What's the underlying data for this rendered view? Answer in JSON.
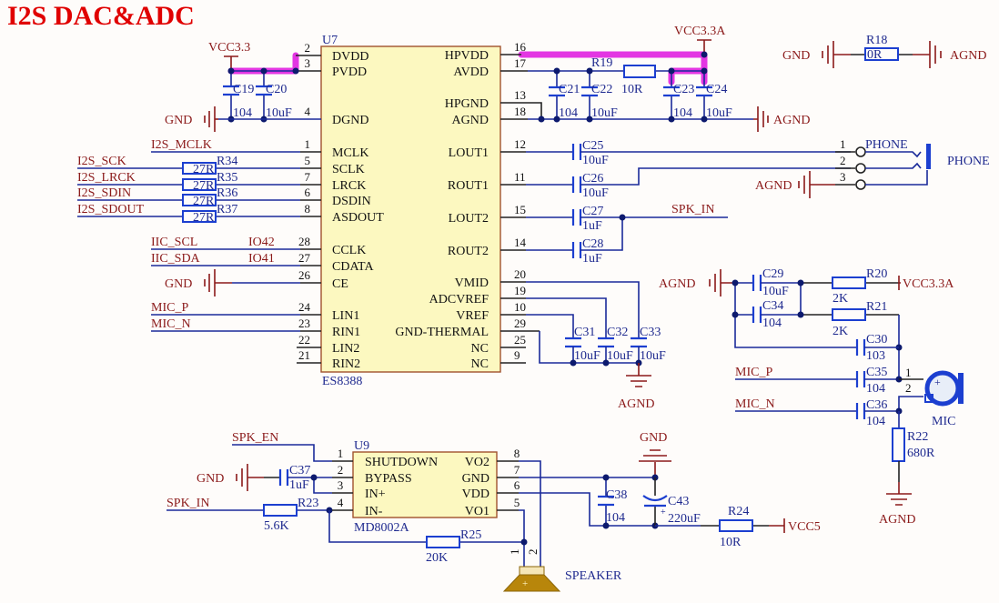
{
  "title": "I2S DAC&ADC",
  "power_nets": {
    "vcc33": "VCC3.3",
    "vcc33a": "VCC3.3A",
    "gnd": "GND",
    "agnd": "AGND",
    "vcc5": "VCC5"
  },
  "u7": {
    "ref": "U7",
    "part": "ES8388",
    "left_pins": [
      {
        "num": "2",
        "name": "DVDD"
      },
      {
        "num": "3",
        "name": "PVDD"
      },
      {
        "num": "4",
        "name": "DGND"
      },
      {
        "num": "1",
        "name": "MCLK"
      },
      {
        "num": "5",
        "name": "SCLK"
      },
      {
        "num": "7",
        "name": "LRCK"
      },
      {
        "num": "6",
        "name": "DSDIN"
      },
      {
        "num": "8",
        "name": "ASDOUT"
      },
      {
        "num": "28",
        "name": "CCLK"
      },
      {
        "num": "27",
        "name": "CDATA"
      },
      {
        "num": "26",
        "name": "CE"
      },
      {
        "num": "24",
        "name": "LIN1"
      },
      {
        "num": "23",
        "name": "RIN1"
      },
      {
        "num": "22",
        "name": "LIN2"
      },
      {
        "num": "21",
        "name": "RIN2"
      }
    ],
    "right_pins": [
      {
        "num": "16",
        "name": "HPVDD"
      },
      {
        "num": "17",
        "name": "AVDD"
      },
      {
        "num": "13",
        "name": "HPGND"
      },
      {
        "num": "18",
        "name": "AGND"
      },
      {
        "num": "12",
        "name": "LOUT1"
      },
      {
        "num": "11",
        "name": "ROUT1"
      },
      {
        "num": "15",
        "name": "LOUT2"
      },
      {
        "num": "14",
        "name": "ROUT2"
      },
      {
        "num": "20",
        "name": "VMID"
      },
      {
        "num": "19",
        "name": "ADCVREF"
      },
      {
        "num": "10",
        "name": "VREF"
      },
      {
        "num": "29",
        "name": "GND-THERMAL"
      },
      {
        "num": "25",
        "name": "NC"
      },
      {
        "num": "9",
        "name": "NC"
      }
    ]
  },
  "signals": {
    "i2s_mclk": "I2S_MCLK",
    "i2s_sck": "I2S_SCK",
    "i2s_lrck": "I2S_LRCK",
    "i2s_sdin": "I2S_SDIN",
    "i2s_sdout": "I2S_SDOUT",
    "iic_scl": "IIC_SCL",
    "iic_sda": "IIC_SDA",
    "io42": "IO42",
    "io41": "IO41",
    "mic_p": "MIC_P",
    "mic_n": "MIC_N",
    "spk_in": "SPK_IN",
    "spk_en": "SPK_EN"
  },
  "components": {
    "C19": {
      "ref": "C19",
      "value": "104"
    },
    "C20": {
      "ref": "C20",
      "value": "10uF"
    },
    "C21": {
      "ref": "C21",
      "value": "104"
    },
    "C22": {
      "ref": "C22",
      "value": "10uF"
    },
    "C23": {
      "ref": "C23",
      "value": "104"
    },
    "C24": {
      "ref": "C24",
      "value": "10uF"
    },
    "C25": {
      "ref": "C25",
      "value": "10uF"
    },
    "C26": {
      "ref": "C26",
      "value": "10uF"
    },
    "C27": {
      "ref": "C27",
      "value": "1uF"
    },
    "C28": {
      "ref": "C28",
      "value": "1uF"
    },
    "C29": {
      "ref": "C29",
      "value": "10uF"
    },
    "C30": {
      "ref": "C30",
      "value": "103"
    },
    "C31": {
      "ref": "C31",
      "value": "10uF"
    },
    "C32": {
      "ref": "C32",
      "value": "10uF"
    },
    "C33": {
      "ref": "C33",
      "value": "10uF"
    },
    "C34": {
      "ref": "C34",
      "value": "104"
    },
    "C35": {
      "ref": "C35",
      "value": "104"
    },
    "C36": {
      "ref": "C36",
      "value": "104"
    },
    "C37": {
      "ref": "C37",
      "value": "1uF"
    },
    "C38": {
      "ref": "C38",
      "value": "104"
    },
    "C43": {
      "ref": "C43",
      "value": "220uF"
    },
    "R18": {
      "ref": "R18",
      "value": "0R"
    },
    "R19": {
      "ref": "R19",
      "value": "10R"
    },
    "R20": {
      "ref": "R20",
      "value": "2K"
    },
    "R21": {
      "ref": "R21",
      "value": "2K"
    },
    "R22": {
      "ref": "R22",
      "value": "680R"
    },
    "R23": {
      "ref": "R23",
      "value": "5.6K"
    },
    "R24": {
      "ref": "R24",
      "value": "10R"
    },
    "R25": {
      "ref": "R25",
      "value": "20K"
    },
    "R34": {
      "ref": "R34",
      "value": "27R"
    },
    "R35": {
      "ref": "R35",
      "value": "27R"
    },
    "R36": {
      "ref": "R36",
      "value": "27R"
    },
    "R37": {
      "ref": "R37",
      "value": "27R"
    }
  },
  "phone_jack": {
    "label": "PHONE",
    "net_label": "PHONE",
    "pins": [
      "1",
      "2",
      "3"
    ]
  },
  "mic": {
    "label": "MIC",
    "pins": [
      "1",
      "2"
    ],
    "plus": "+"
  },
  "u9": {
    "ref": "U9",
    "part": "MD8002A",
    "left_pins": [
      {
        "num": "1",
        "name": "SHUTDOWN"
      },
      {
        "num": "2",
        "name": "BYPASS"
      },
      {
        "num": "3",
        "name": "IN+"
      },
      {
        "num": "4",
        "name": "IN-"
      }
    ],
    "right_pins": [
      {
        "num": "8",
        "name": "VO2"
      },
      {
        "num": "7",
        "name": "GND"
      },
      {
        "num": "6",
        "name": "VDD"
      },
      {
        "num": "5",
        "name": "VO1"
      }
    ]
  },
  "speaker": {
    "label": "SPEAKER",
    "pins": [
      "1",
      "2"
    ],
    "plus": "+"
  }
}
